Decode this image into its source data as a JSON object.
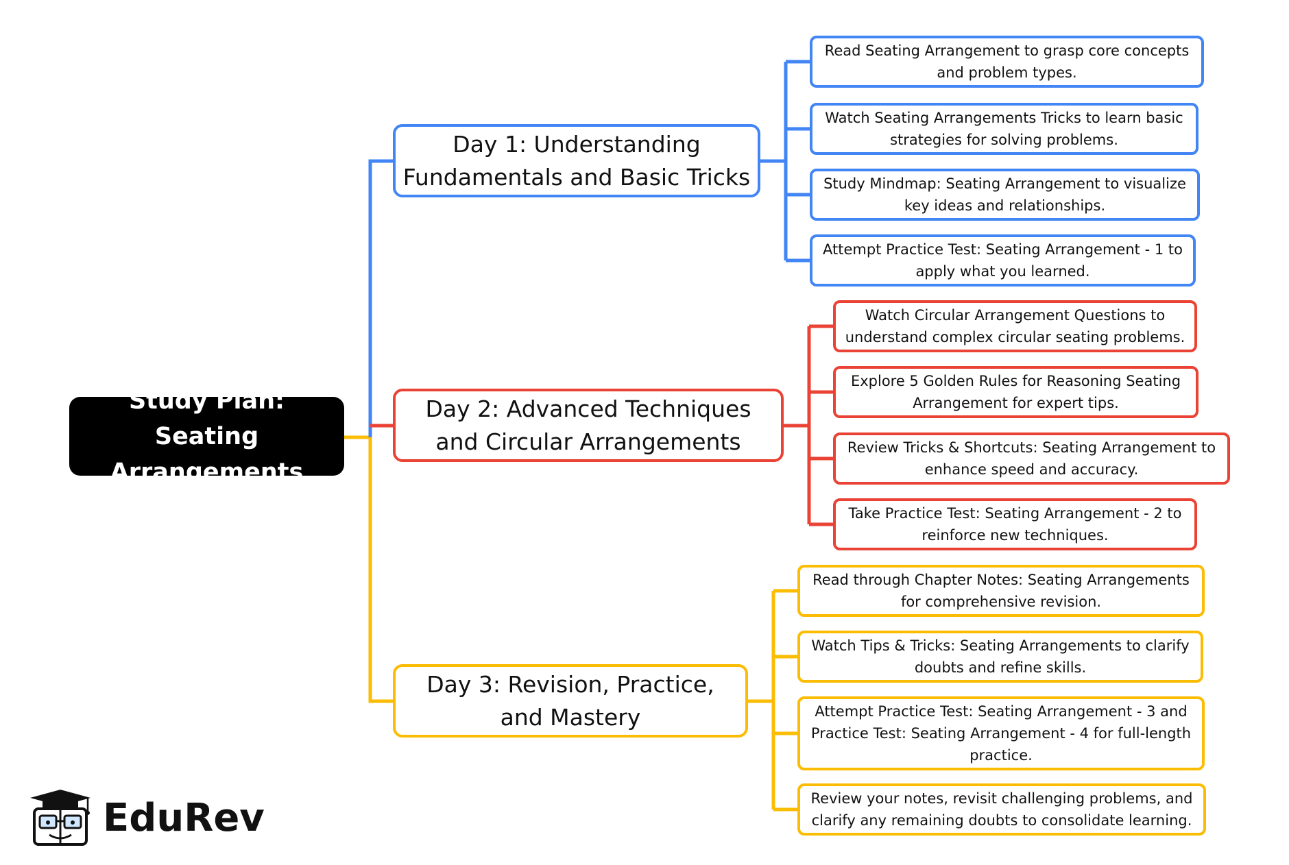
{
  "colors": {
    "branch1": "#4285f4",
    "branch2": "#ea4335",
    "branch3": "#fbbc04",
    "root_bg": "#000000"
  },
  "root": {
    "label": "Study Plan: Seating Arrangements"
  },
  "branches": [
    {
      "label": "Day 1: Understanding Fundamentals and Basic Tricks",
      "tasks": [
        "Read Seating Arrangement to grasp core concepts and problem types.",
        "Watch Seating Arrangements Tricks to learn basic strategies for solving problems.",
        "Study Mindmap: Seating Arrangement to visualize key ideas and relationships.",
        "Attempt Practice Test: Seating Arrangement - 1 to apply what you learned."
      ]
    },
    {
      "label": "Day 2: Advanced Techniques and Circular Arrangements",
      "tasks": [
        "Watch Circular Arrangement Questions to understand complex circular seating problems.",
        "Explore 5 Golden Rules for Reasoning Seating Arrangement for expert tips.",
        "Review Tricks & Shortcuts: Seating Arrangement to enhance speed and accuracy.",
        "Take Practice Test: Seating Arrangement - 2 to reinforce new techniques."
      ]
    },
    {
      "label": "Day 3: Revision, Practice, and Mastery",
      "tasks": [
        "Read through Chapter Notes: Seating Arrangements for comprehensive revision.",
        "Watch Tips & Tricks: Seating Arrangements to clarify doubts and refine skills.",
        "Attempt Practice Test: Seating Arrangement - 3 and Practice Test: Seating Arrangement - 4 for full-length practice.",
        "Review your notes, revisit challenging problems, and clarify any remaining doubts to consolidate learning."
      ]
    }
  ],
  "logo": {
    "text": "EduRev",
    "icon": "graduation-cap-mascot-icon"
  }
}
